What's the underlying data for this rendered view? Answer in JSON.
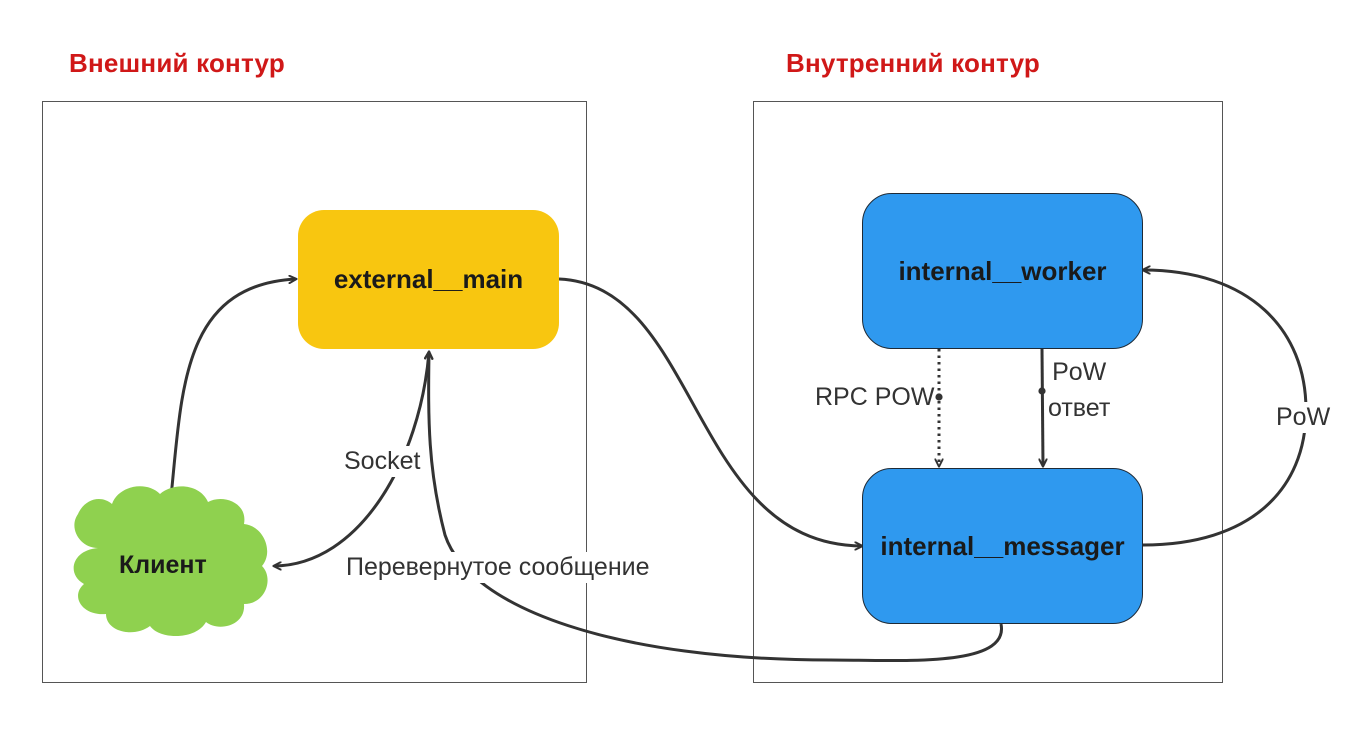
{
  "zones": {
    "external_title": "Внешний контур",
    "internal_title": "Внутренний контур"
  },
  "nodes": {
    "external_main": "external__main",
    "internal_worker": "internal__worker",
    "internal_messager": "internal__messager",
    "client": "Клиент"
  },
  "edges": {
    "socket": "Socket",
    "reversed_message": "Перевернутое сообщение",
    "rpc_pow": "RPC POW",
    "pow_answer_line1": "PoW",
    "pow_answer_line2": "ответ",
    "pow": "PoW"
  },
  "colors": {
    "zone_title": "#d01818",
    "external_main_fill": "#f8c610",
    "internal_node_fill": "#2f99ef",
    "client_fill": "#8fd14f",
    "edge_stroke": "#333333"
  }
}
